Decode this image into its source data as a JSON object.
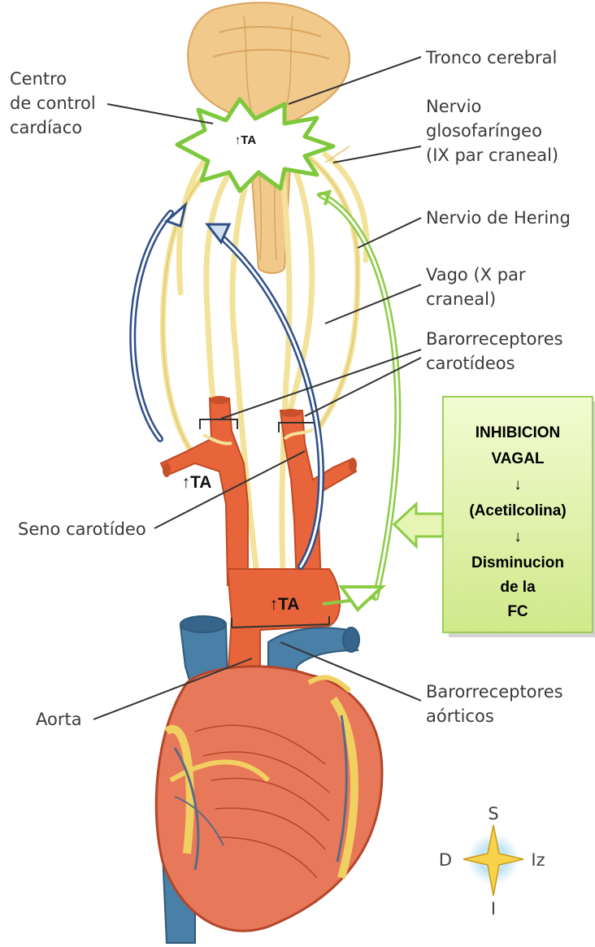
{
  "labels": {
    "centro_line1": "Centro",
    "centro_line2": "de control",
    "centro_line3": "cardíaco",
    "tronco": "Tronco cerebral",
    "glosofaringeo_line1": "Nervio",
    "glosofaringeo_line2": "glosofaríngeo",
    "glosofaringeo_line3": "(IX par craneal)",
    "hering": "Nervio de Hering",
    "vago_line1": "Vago (X par",
    "vago_line2": "craneal)",
    "baro_carot_line1": "Barorreceptores",
    "baro_carot_line2": "carotídeos",
    "seno": "Seno carotídeo",
    "aorta": "Aorta",
    "baro_aort_line1": "Barorreceptores",
    "baro_aort_line2": "aórticos"
  },
  "markers": {
    "brain_ta": "↑TA",
    "carotid_ta": "↑TA",
    "aortic_ta": "↑TA"
  },
  "callout": {
    "line1": "INHIBICION",
    "line2": "VAGAL",
    "arrow1": "↓",
    "line3": "(Acetilcolina)",
    "arrow2": "↓",
    "line4": "Disminucion",
    "line5": "de la",
    "line6": "FC"
  },
  "compass": {
    "north": "S",
    "south": "I",
    "west": "D",
    "east": "Iz"
  },
  "colors": {
    "brainstem": "#f1c98a",
    "nerve": "#f6e9a6",
    "artery": "#e8643a",
    "vein": "#4a7fa8",
    "afferent_arrow": "#2f4f8a",
    "efferent_arrow": "#8ccc45",
    "callout_fill": "#e6f5b4",
    "star_border": "#7ec83c"
  }
}
